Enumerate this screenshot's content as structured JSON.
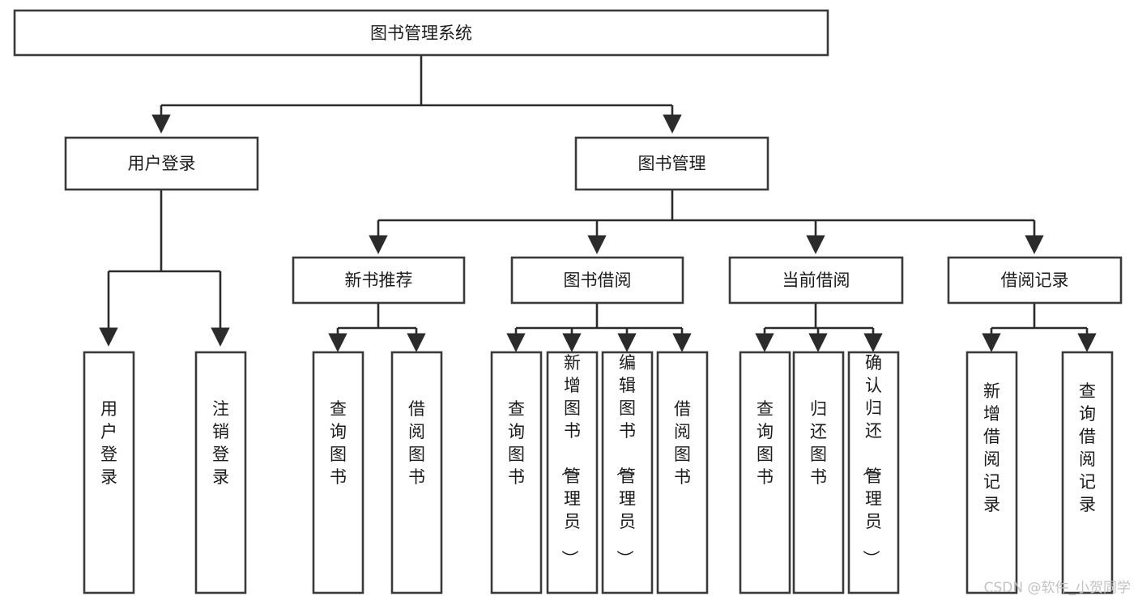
{
  "diagram": {
    "type": "tree-hierarchy",
    "title": "图书管理系统",
    "watermark": "CSDN @软件_小贺同学",
    "colors": {
      "background": "#ffffff",
      "box_fill": "#ffffff",
      "box_stroke": "#3a3a3a",
      "connector": "#2b2b2b",
      "label_text": "#1b1b1b",
      "watermark_text": "#c2c2c2"
    },
    "levels": [
      {
        "level": 1,
        "nodes": [
          {
            "id": "root",
            "label": "图书管理系统",
            "orientation": "horizontal"
          }
        ]
      },
      {
        "level": 2,
        "nodes": [
          {
            "id": "user-login",
            "label": "用户登录",
            "orientation": "horizontal",
            "parent": "root"
          },
          {
            "id": "book-manage",
            "label": "图书管理",
            "orientation": "horizontal",
            "parent": "root"
          }
        ]
      },
      {
        "level": 3,
        "nodes": [
          {
            "id": "new-book-rec",
            "label": "新书推荐",
            "orientation": "horizontal",
            "parent": "book-manage"
          },
          {
            "id": "book-borrow",
            "label": "图书借阅",
            "orientation": "horizontal",
            "parent": "book-manage"
          },
          {
            "id": "current-borrow",
            "label": "当前借阅",
            "orientation": "horizontal",
            "parent": "book-manage"
          },
          {
            "id": "borrow-record",
            "label": "借阅记录",
            "orientation": "horizontal",
            "parent": "book-manage"
          }
        ]
      },
      {
        "level": 4,
        "nodes": [
          {
            "id": "leaf-1",
            "label": "用户登录",
            "orientation": "vertical",
            "parent": "user-login"
          },
          {
            "id": "leaf-2",
            "label": "注销登录",
            "orientation": "vertical",
            "parent": "user-login"
          },
          {
            "id": "leaf-3",
            "label": "查询图书",
            "orientation": "vertical",
            "parent": "new-book-rec"
          },
          {
            "id": "leaf-4",
            "label": "借阅图书",
            "orientation": "vertical",
            "parent": "new-book-rec"
          },
          {
            "id": "leaf-5",
            "label": "查询图书",
            "orientation": "vertical",
            "parent": "book-borrow"
          },
          {
            "id": "leaf-6",
            "label": "新增图书（管理员）",
            "orientation": "vertical",
            "parent": "book-borrow"
          },
          {
            "id": "leaf-7",
            "label": "编辑图书（管理员）",
            "orientation": "vertical",
            "parent": "book-borrow"
          },
          {
            "id": "leaf-8",
            "label": "借阅图书",
            "orientation": "vertical",
            "parent": "book-borrow"
          },
          {
            "id": "leaf-9",
            "label": "查询图书",
            "orientation": "vertical",
            "parent": "current-borrow"
          },
          {
            "id": "leaf-10",
            "label": "归还图书",
            "orientation": "vertical",
            "parent": "current-borrow"
          },
          {
            "id": "leaf-11",
            "label": "确认归还（管理员）",
            "orientation": "vertical",
            "parent": "current-borrow"
          },
          {
            "id": "leaf-12",
            "label": "新增借阅记录",
            "orientation": "vertical",
            "parent": "borrow-record"
          },
          {
            "id": "leaf-13",
            "label": "查询借阅记录",
            "orientation": "vertical",
            "parent": "borrow-record"
          }
        ]
      }
    ]
  }
}
